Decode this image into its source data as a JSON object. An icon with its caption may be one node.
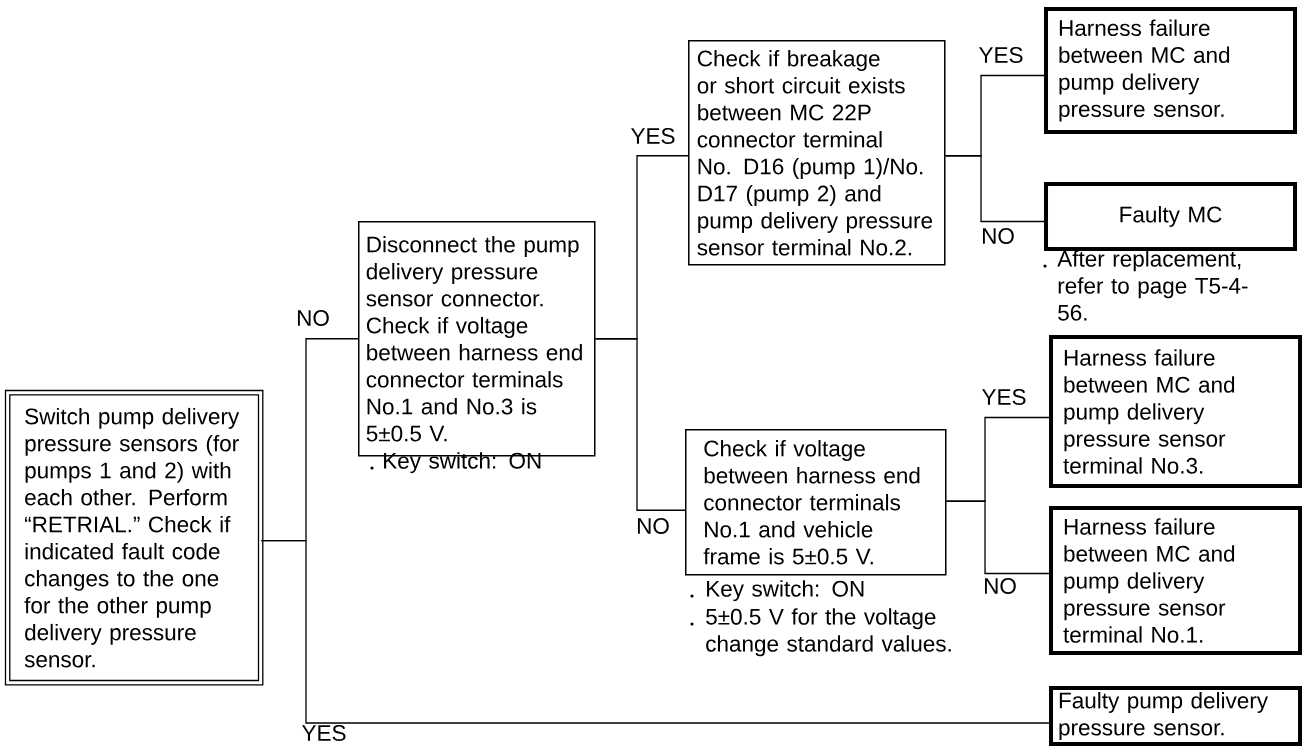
{
  "diagram": {
    "nodes": [
      {
        "text": [
          "Switch pump delivery pressure sensors (for pumps 1 and 2) with each other. Perform “RETRIAL.” Check if indicated fault code changes to the one for the other pump delivery pressure sensor."
        ]
      },
      {
        "text": [
          "Disconnect the pump delivery pressure sensor connector. Check if voltage between harness end connector terminals No.1 and No.3 is 5±0.5 V."
        ],
        "beside": [
          "Key switch: ON"
        ]
      },
      {
        "text": [
          "Check if breakage or short circuit exists between MC 22P connector terminal No. D16 (pump 1)/No. D17 (pump 2) and pump delivery pressure sensor terminal No.2."
        ]
      },
      {
        "text": [
          "Harness failure between MC and pump delivery pressure sensor."
        ]
      },
      {
        "text": [
          "Faulty MC"
        ],
        "beside": [
          "After replacement, refer to page T5-4-56."
        ]
      },
      {
        "text": [
          "Check if voltage between harness end connector terminals No.1 and vehicle frame is 5±0.5 V."
        ],
        "beside": [
          "Key switch: ON",
          "5±0.5 V for the voltage change standard values."
        ]
      },
      {
        "text": [
          "Harness failure between MC and pump delivery pressure sensor terminal No.3."
        ]
      },
      {
        "text": [
          "Harness failure between MC and pump delivery pressure sensor terminal No.1."
        ]
      },
      {
        "text": [
          "Faulty pump delivery pressure sensor."
        ]
      }
    ],
    "edges": [
      {
        "from": 0,
        "to": 1,
        "arrow": "none",
        "label": "NO"
      },
      {
        "from": 0,
        "to": 8,
        "arrow": "none",
        "label": "YES"
      },
      {
        "from": 1,
        "to": 2,
        "arrow": "none",
        "label": "YES"
      },
      {
        "from": 1,
        "to": 5,
        "arrow": "none",
        "label": "NO"
      },
      {
        "from": 2,
        "to": 3,
        "arrow": "none",
        "label": "YES"
      },
      {
        "from": 2,
        "to": 4,
        "arrow": "none",
        "label": "NO"
      },
      {
        "from": 5,
        "to": 6,
        "arrow": "none",
        "label": "YES"
      },
      {
        "from": 5,
        "to": 7,
        "arrow": "none",
        "label": "NO"
      }
    ]
  }
}
